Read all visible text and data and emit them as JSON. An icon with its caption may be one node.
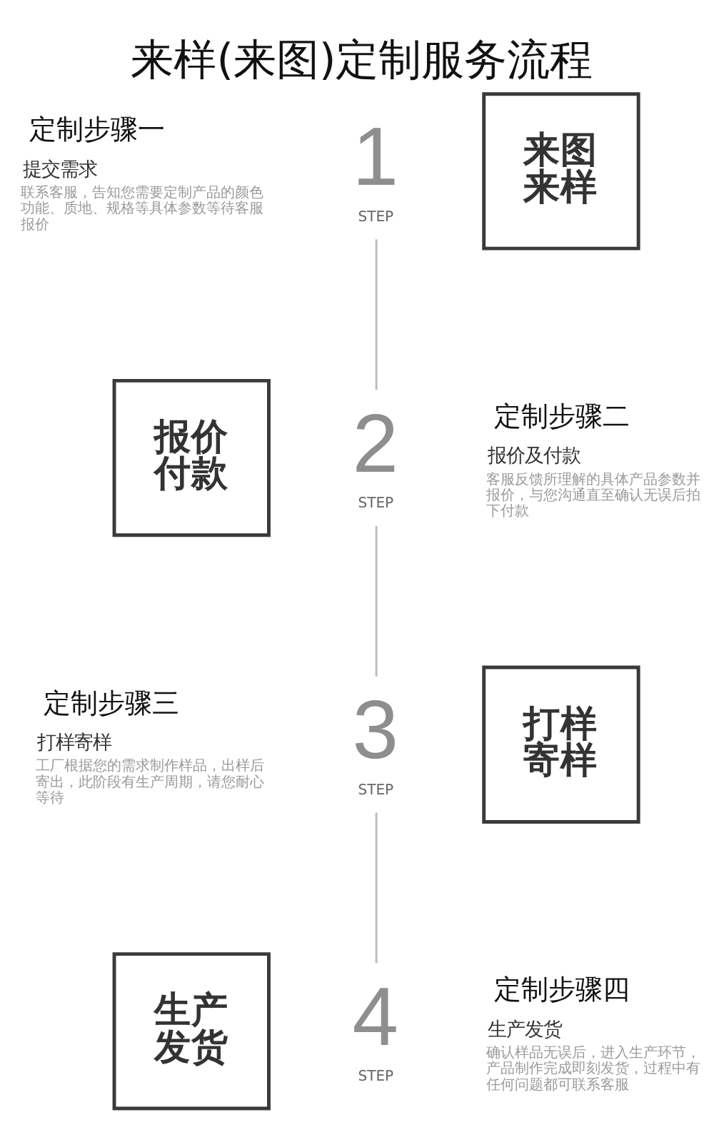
{
  "diagram": {
    "title": "来样(来图)定制服务流程",
    "nodes": [
      {
        "text": [
          "1",
          "STEP"
        ],
        "beside": [
          "定制步骤一",
          "提交需求",
          "联系客服，告知您需要定制产品的颜色功能、质地、规格等具体参数等待客服报价"
        ]
      },
      {
        "text": [
          "来图来样"
        ]
      },
      {
        "text": [
          "报价付款"
        ]
      },
      {
        "text": [
          "2",
          "STEP"
        ],
        "beside": [
          "定制步骤二",
          "报价及付款",
          "客服反馈所理解的具体产品参数并报价，与您沟通直至确认无误后拍下付款"
        ]
      },
      {
        "text": [
          "3",
          "STEP"
        ],
        "beside": [
          "定制步骤三",
          "打样寄样",
          "工厂根据您的需求制作样品，出样后寄出，此阶段有生产周期，请您耐心等待"
        ]
      },
      {
        "text": [
          "打样寄样"
        ]
      },
      {
        "text": [
          "生产发货"
        ]
      },
      {
        "text": [
          "4",
          "STEP"
        ],
        "beside": [
          "定制步骤四",
          "生产发货",
          "确认样品无误后，进入生产环节，产品制作完成即刻发货，过程中有任何问题都可联系客服"
        ]
      }
    ],
    "edges": [
      {
        "from": 0,
        "to": 3,
        "arrow": "none"
      },
      {
        "from": 3,
        "to": 4,
        "arrow": "none"
      },
      {
        "from": 4,
        "to": 7,
        "arrow": "none"
      }
    ]
  }
}
